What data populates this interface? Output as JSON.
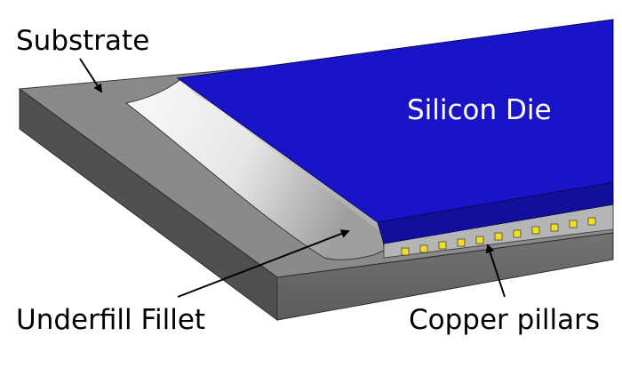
{
  "labels": {
    "substrate": "Substrate",
    "silicon_die": "Silicon Die",
    "underfill_fillet": "Underfill Fillet",
    "copper_pillars": "Copper pillars"
  },
  "colors": {
    "background": "#ffffff",
    "substrate_top": "#8c8c8c",
    "substrate_front": "#666666",
    "substrate_side": "#4d4d4d",
    "die_top": "#1a14c8",
    "die_side": "#0f0a8a",
    "fillet_light": "#f2f2f2",
    "fillet_shade": "#a8a8a8",
    "pillar": "#f0e020",
    "pillar_outline": "#333333",
    "arrow": "#000000",
    "die_text": "#ffffff"
  },
  "icons": {
    "arrow": "arrow-icon"
  }
}
